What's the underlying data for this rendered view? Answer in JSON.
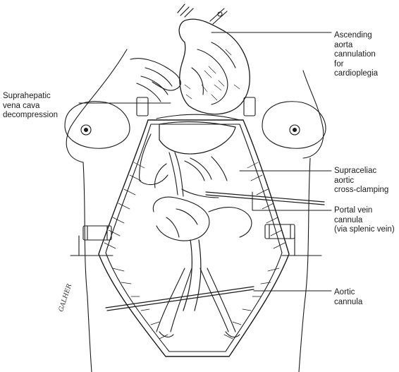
{
  "labels": {
    "ascending_aorta": [
      "Ascending",
      "aorta",
      "cannulation",
      "for",
      "cardioplegia"
    ],
    "suprahepatic": [
      "Suprahepatic",
      "vena cava",
      "decompression"
    ],
    "supraceliac": [
      "Supraceliac",
      "aortic",
      "cross-clamping"
    ],
    "portal_vein": [
      "Portal vein",
      "cannula",
      "(via splenic vein)"
    ],
    "aortic_cannula": [
      "Aortic",
      "cannula"
    ]
  },
  "signature": "GALHER",
  "colors": {
    "line": "#1a1a1a",
    "shade": "#444444",
    "background": "#ffffff"
  }
}
